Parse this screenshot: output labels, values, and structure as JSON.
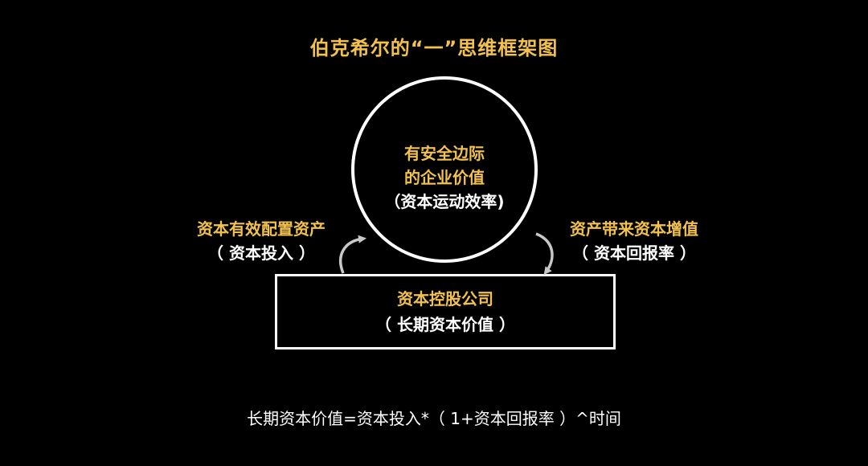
{
  "title": "伯克希尔的“一”思维框架图",
  "circle": {
    "line1": "有安全边际",
    "line2": "的企业价值",
    "line3": "（资本运动效率)"
  },
  "left_label": {
    "line1": "资本有效配置资产",
    "line2": "（ 资本投入 ）"
  },
  "right_label": {
    "line1": "资产带来资本增值",
    "line2": "（ 资本回报率 ）"
  },
  "box": {
    "line1": "资本控股公司",
    "line2": "（ 长期资本价值 ）"
  },
  "formula": "长期资本价值=资本投入*（ 1+资本回报率 ）^时间",
  "colors": {
    "background": "#000000",
    "accent": "#f2c14e",
    "text": "#ffffff",
    "arrow": "#c8c8c8"
  }
}
